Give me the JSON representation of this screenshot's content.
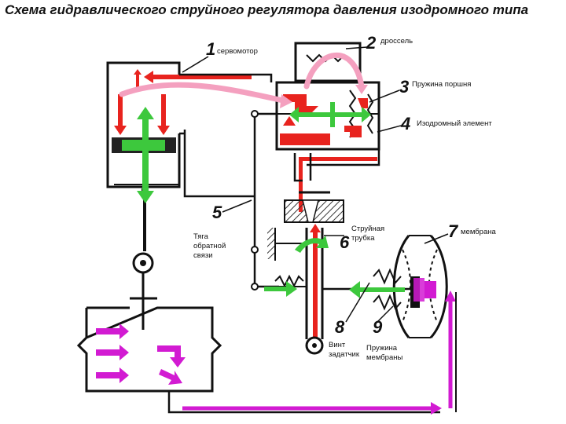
{
  "title": "Схема гидравлического струйного регулятора давления изодромного типа",
  "callouts": {
    "n1": "1",
    "l1": "сервомотор",
    "n2": "2",
    "l2": "дроссель",
    "n3": "3",
    "l3": "Пружина поршня",
    "n4": "4",
    "l4": "Изодромный элемент",
    "n5": "5",
    "l5a": "Тяга",
    "l5b": "обратной",
    "l5c": "связи",
    "n6": "6",
    "l6a": "Струйная",
    "l6b": "трубка",
    "n7": "7",
    "l7": "мембрана",
    "n8": "8",
    "l8a": "Винт",
    "l8b": "задатчик",
    "n9": "9",
    "l9a": "Пружина",
    "l9b": "мембраны"
  },
  "colors": {
    "line": "#111111",
    "oil": "#e8231e",
    "pink": "#f4a0bf",
    "green": "#3dc83d",
    "magenta": "#d21bd2",
    "hatch": "#555555"
  }
}
